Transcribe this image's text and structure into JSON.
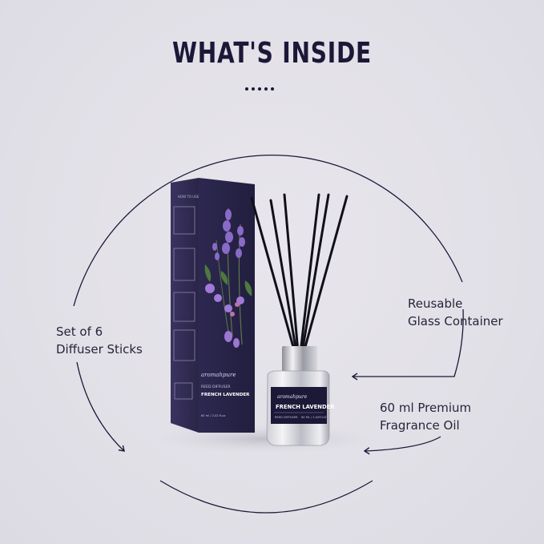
{
  "header": {
    "title": "WHAT'S INSIDE"
  },
  "labels": {
    "sticks": {
      "line1": "Set of 6",
      "line2": "Diffuser Sticks"
    },
    "container": {
      "line1": "Reusable",
      "line2": "Glass Container"
    },
    "oil": {
      "line1": "60 ml Premium",
      "line2": "Fragrance Oil"
    }
  },
  "product": {
    "brand": "aromahpure",
    "type": "REED DIFFUSER",
    "name": "FRENCH LAVENDER",
    "box_volume": "60 ml / 2.02 fl.oz",
    "bottle_volume": "60 ML / 2.02FLOZ",
    "how_to_use": "HOW TO USE",
    "box_color": "#2a2546",
    "accent_color": "#1b1838"
  }
}
